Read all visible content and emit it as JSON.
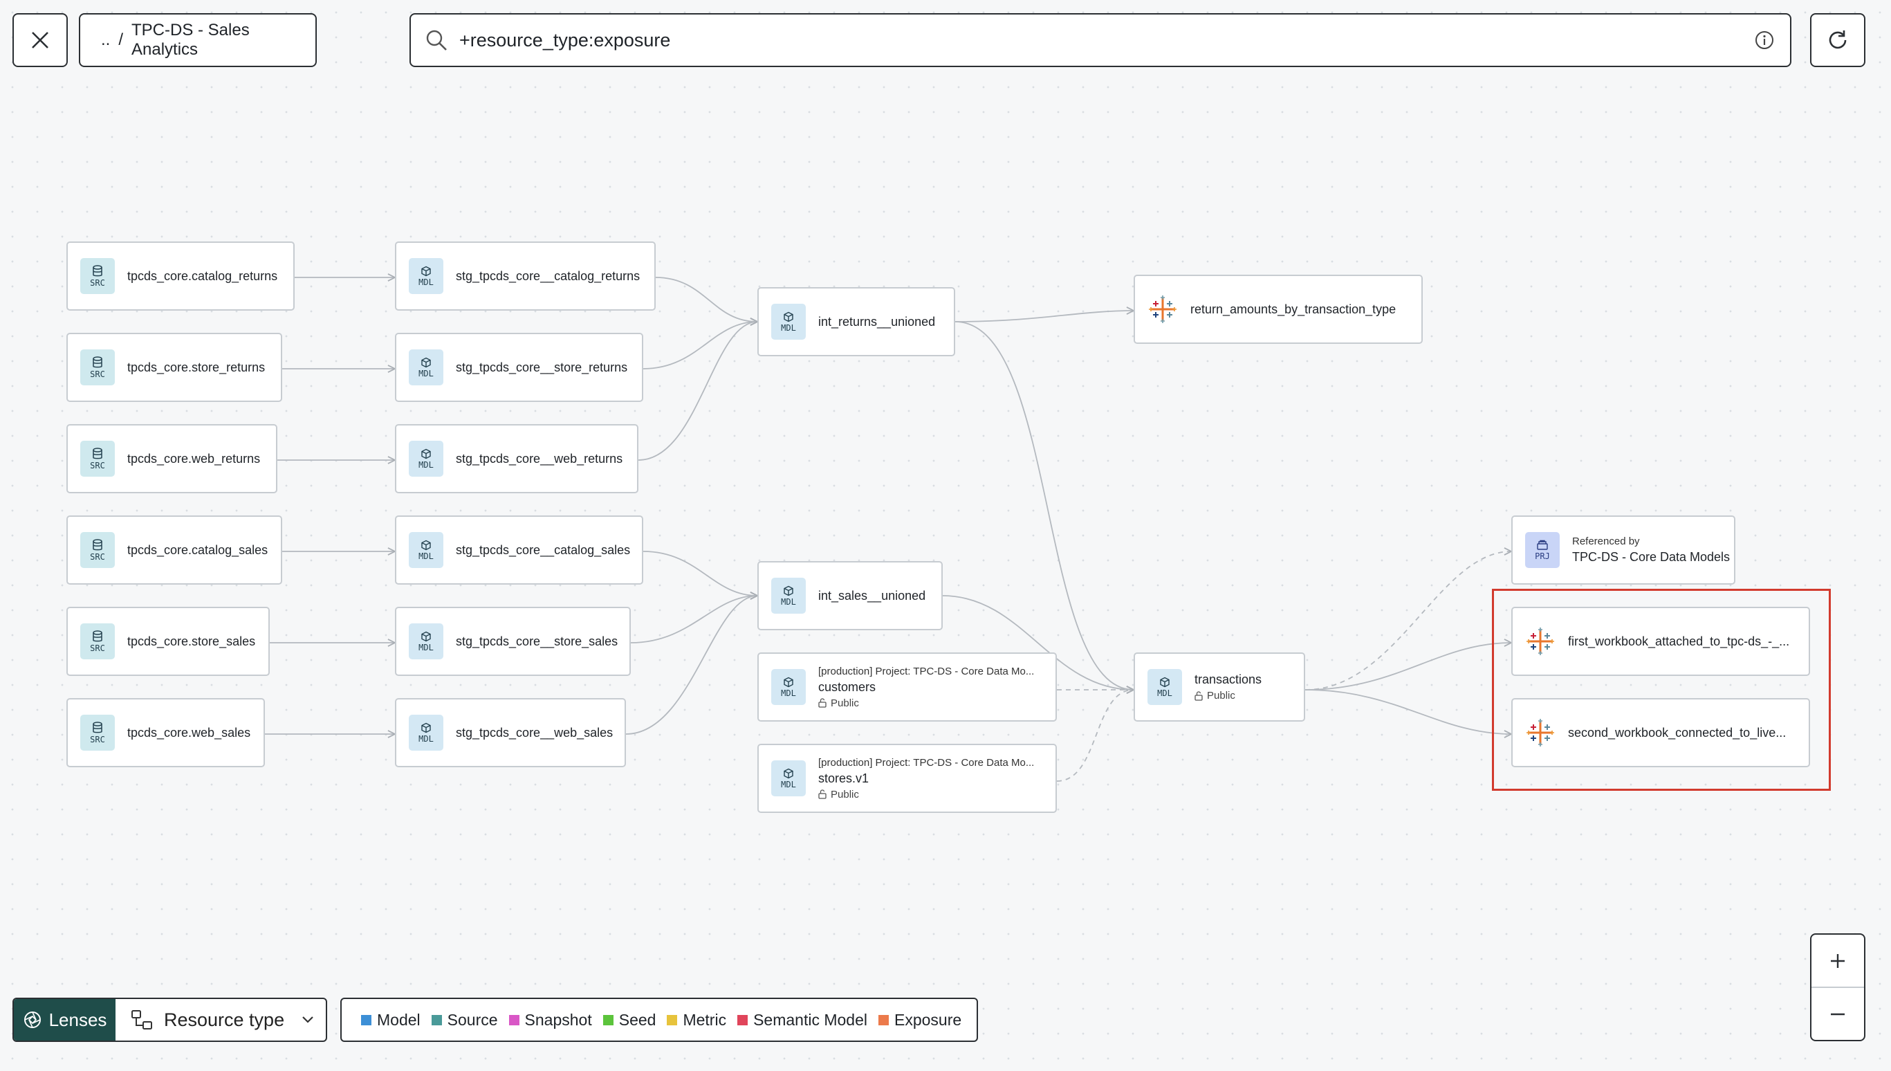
{
  "breadcrumb": {
    "parent": "..",
    "separator": "/",
    "project": "TPC-DS - Sales Analytics"
  },
  "search": {
    "query": "+resource_type:exposure"
  },
  "nodes": {
    "src_catalog_returns": {
      "badge": "SRC",
      "label": "tpcds_core.catalog_returns"
    },
    "src_store_returns": {
      "badge": "SRC",
      "label": "tpcds_core.store_returns"
    },
    "src_web_returns": {
      "badge": "SRC",
      "label": "tpcds_core.web_returns"
    },
    "src_catalog_sales": {
      "badge": "SRC",
      "label": "tpcds_core.catalog_sales"
    },
    "src_store_sales": {
      "badge": "SRC",
      "label": "tpcds_core.store_sales"
    },
    "src_web_sales": {
      "badge": "SRC",
      "label": "tpcds_core.web_sales"
    },
    "stg_catalog_returns": {
      "badge": "MDL",
      "label": "stg_tpcds_core__catalog_returns"
    },
    "stg_store_returns": {
      "badge": "MDL",
      "label": "stg_tpcds_core__store_returns"
    },
    "stg_web_returns": {
      "badge": "MDL",
      "label": "stg_tpcds_core__web_returns"
    },
    "stg_catalog_sales": {
      "badge": "MDL",
      "label": "stg_tpcds_core__catalog_sales"
    },
    "stg_store_sales": {
      "badge": "MDL",
      "label": "stg_tpcds_core__store_sales"
    },
    "stg_web_sales": {
      "badge": "MDL",
      "label": "stg_tpcds_core__web_sales"
    },
    "int_returns": {
      "badge": "MDL",
      "label": "int_returns__unioned"
    },
    "int_sales": {
      "badge": "MDL",
      "label": "int_sales__unioned"
    },
    "customers": {
      "badge": "MDL",
      "project": "[production] Project: TPC-DS - Core Data Mo...",
      "label": "customers",
      "access": "Public"
    },
    "stores": {
      "badge": "MDL",
      "project": "[production] Project: TPC-DS - Core Data Mo...",
      "label": "stores.v1",
      "access": "Public"
    },
    "return_amounts": {
      "label": "return_amounts_by_transaction_type"
    },
    "transactions": {
      "badge": "MDL",
      "label": "transactions",
      "access": "Public"
    },
    "referenced_project": {
      "badge": "PRJ",
      "caption": "Referenced by",
      "label": "TPC-DS - Core Data Models"
    },
    "first_workbook": {
      "label": "first_workbook_attached_to_tpc-ds_-_..."
    },
    "second_workbook": {
      "label": "second_workbook_connected_to_live..."
    }
  },
  "lenses": {
    "button_label": "Lenses",
    "resource_type_label": "Resource type"
  },
  "legend": [
    {
      "label": "Model",
      "color": "#3d8fd6"
    },
    {
      "label": "Source",
      "color": "#4a9a99"
    },
    {
      "label": "Snapshot",
      "color": "#d957c6"
    },
    {
      "label": "Seed",
      "color": "#5cc43c"
    },
    {
      "label": "Metric",
      "color": "#e7c33c"
    },
    {
      "label": "Semantic Model",
      "color": "#e0455b"
    },
    {
      "label": "Exposure",
      "color": "#ec7a4b"
    }
  ],
  "colors": {
    "highlight": "#d23b2e",
    "lens_bg": "#1f4d4a",
    "source_badge": "#cfe9ee",
    "model_badge": "#d4e8f4",
    "project_badge": "#c9d5f7"
  }
}
